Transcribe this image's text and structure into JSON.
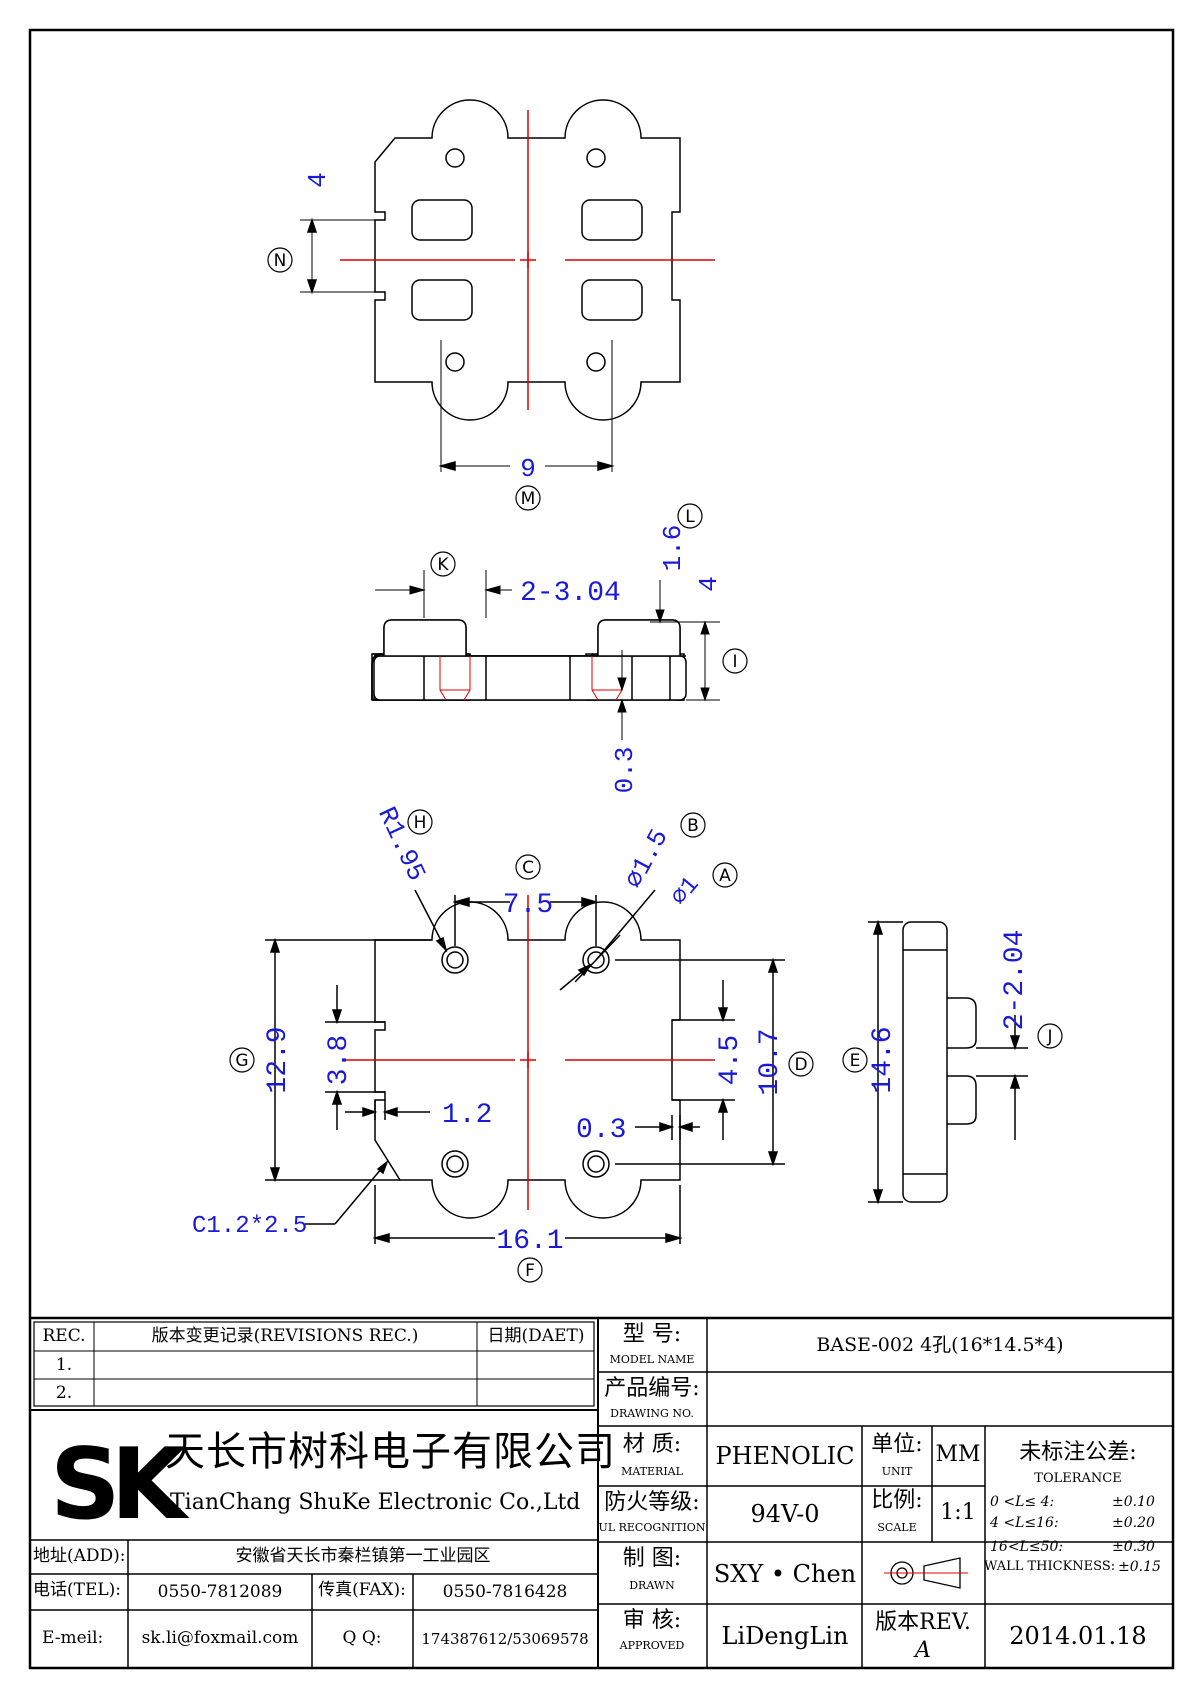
{
  "drawing": {
    "top_view": {
      "dim_n_value": "4",
      "dim_n_tag": "N",
      "dim_m_value": "9",
      "dim_m_tag": "M"
    },
    "side_view": {
      "dim_k_value": "2-3.04",
      "dim_k_tag": "K",
      "dim_l_value": "1.6",
      "dim_l_tag": "L",
      "dim_i_value": "4",
      "dim_i_tag": "I",
      "dim_gap_value": "0.3"
    },
    "bottom_view": {
      "dim_h_value": "R1.95",
      "dim_h_tag": "H",
      "dim_c_value": "7.5",
      "dim_c_tag": "C",
      "dim_b_value": "⌀1.5",
      "dim_b_tag": "B",
      "dim_a_value": "⌀1",
      "dim_a_tag": "A",
      "dim_g_value": "12.9",
      "dim_g_tag": "G",
      "dim_38_value": "3.8",
      "dim_12_value": "1.2",
      "dim_45_value": "4.5",
      "dim_107_value": "10.7",
      "dim_d_tag": "D",
      "dim_03_value": "0.3",
      "dim_chamfer_value": "C1.2*2.5",
      "dim_f_value": "16.1",
      "dim_f_tag": "F"
    },
    "end_view": {
      "dim_e_value": "14.6",
      "dim_e_tag": "E",
      "dim_j_value": "2-2.04",
      "dim_j_tag": "J"
    }
  },
  "title_block": {
    "rev_header": "REC.",
    "revisions_header": "版本变更记录(REVISIONS REC.)",
    "date_header": "日期(DAET)",
    "rev_rows": [
      "1.",
      "2."
    ],
    "company_logo": "SK",
    "company_cn": "天长市树科电子有限公司",
    "company_en": "TianChang ShuKe Electronic Co.,Ltd",
    "address_label": "地址(ADD):",
    "address_value": "安徽省天长市秦栏镇第一工业园区",
    "tel_label": "电话(TEL):",
    "tel_value": "0550-7812089",
    "fax_label": "传真(FAX):",
    "fax_value": "0550-7816428",
    "email_label": "E-meil:",
    "email_value": "sk.li@foxmail.com",
    "qq_label": "Q Q:",
    "qq_value": "174387612/53069578",
    "model_label_cn": "型   号:",
    "model_label_en": "MODEL NAME",
    "model_value": "BASE-002 4孔(16*14.5*4)",
    "drawing_label_cn": "产品编号:",
    "drawing_label_en": "DRAWING NO.",
    "drawing_value": "",
    "material_label_cn": "材   质:",
    "material_label_en": "MATERIAL",
    "material_value": "PHENOLIC",
    "ul_label_cn": "防火等级:",
    "ul_label_en": "UL RECOGNITION",
    "ul_value": "94V-0",
    "drawn_label_cn": "制   图:",
    "drawn_label_en": "DRAWN",
    "drawn_value": "SXY • Chen",
    "approved_label_cn": "审   核:",
    "approved_label_en": "APPROVED",
    "approved_value": "LiDengLin",
    "unit_label_cn": "单位:",
    "unit_label_en": "UNIT",
    "unit_value": "MM",
    "scale_label_cn": "比例:",
    "scale_label_en": "SCALE",
    "scale_value": "1:1",
    "rev_label": "版本REV.",
    "rev_value": "A",
    "date_value": "2014.01.18",
    "tolerance_title_cn": "未标注公差:",
    "tolerance_title_en": "TOLERANCE",
    "tolerance_rows": [
      {
        "range": "0 <L≤ 4:",
        "tol": "±0.10"
      },
      {
        "range": "4 <L≤16:",
        "tol": "±0.20"
      },
      {
        "range": "16<L≤50:",
        "tol": "±0.30"
      },
      {
        "range": "WALL THICKNESS:",
        "tol": "±0.15"
      }
    ]
  }
}
